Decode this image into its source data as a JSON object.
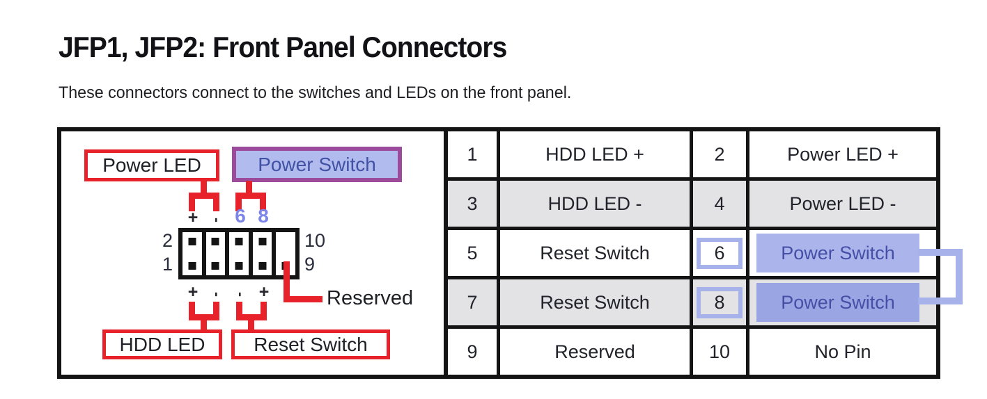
{
  "page": {
    "title": "JFP1, JFP2: Front Panel Connectors",
    "subtitle": "These connectors connect to the switches and LEDs on the front panel."
  },
  "diagram": {
    "labels": {
      "power_led": "Power LED",
      "power_switch": "Power Switch",
      "hdd_led": "HDD LED",
      "reset_switch": "Reset Switch",
      "reserved": "Reserved"
    },
    "marks_top": [
      "+",
      "-",
      "6",
      "8"
    ],
    "marks_bottom": [
      "+",
      "-",
      "-",
      "+"
    ],
    "header_side_numbers": {
      "top_left": "2",
      "bottom_left": "1",
      "top_right": "10",
      "bottom_right": "9"
    }
  },
  "table": {
    "rows": [
      {
        "pin_a": "1",
        "desc_a": "HDD LED +",
        "pin_b": "2",
        "desc_b": "Power LED +"
      },
      {
        "pin_a": "3",
        "desc_a": "HDD LED -",
        "pin_b": "4",
        "desc_b": "Power LED -"
      },
      {
        "pin_a": "5",
        "desc_a": "Reset Switch",
        "pin_b": "6",
        "desc_b": "Power Switch"
      },
      {
        "pin_a": "7",
        "desc_a": "Reset Switch",
        "pin_b": "8",
        "desc_b": "Power Switch"
      },
      {
        "pin_a": "9",
        "desc_a": "Reserved",
        "pin_b": "10",
        "desc_b": "No Pin"
      }
    ]
  },
  "colors": {
    "red_annotation": "#e8222b",
    "purple_border": "#9c4a9c",
    "periwinkle_light": "#b2bbee",
    "highlight_fill_row3": "#abb5ec",
    "highlight_fill_row4": "#9aa6e4",
    "highlight_border": "#a7b1ea",
    "highlight_text": "#454fa5",
    "pin_number_blue": "#7c85ea",
    "shaded_row": "#e3e3e5",
    "frame_black": "#141414"
  }
}
